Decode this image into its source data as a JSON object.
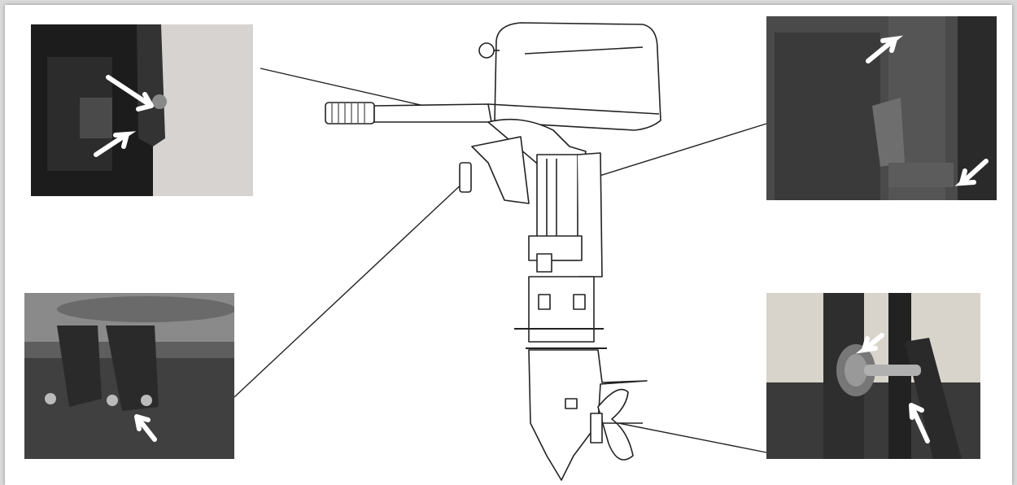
{
  "figure": {
    "callouts": [
      {
        "id": "tl",
        "icon": "arrow-icon",
        "arrows": 2
      },
      {
        "id": "tr",
        "icon": "arrow-icon",
        "arrows": 2
      },
      {
        "id": "bl",
        "icon": "arrow-icon",
        "arrows": 1
      },
      {
        "id": "br",
        "icon": "arrow-icon",
        "arrows": 2
      }
    ],
    "colors": {
      "background": "#ffffff",
      "line": "#222222",
      "arrow": "#ffffff"
    }
  }
}
